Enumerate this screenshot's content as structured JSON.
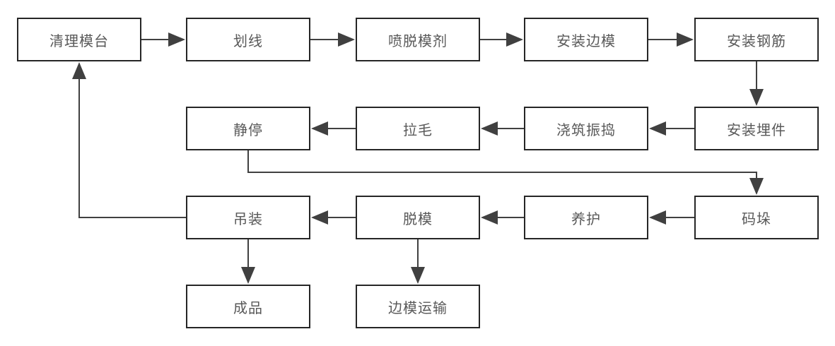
{
  "diagram": {
    "description": "Precast concrete production process flowchart",
    "nodes": [
      {
        "id": "clean-mold-table",
        "label": "清理模台"
      },
      {
        "id": "marking",
        "label": "划线"
      },
      {
        "id": "spray-release-agent",
        "label": "喷脱模剂"
      },
      {
        "id": "install-side-forms",
        "label": "安装边模"
      },
      {
        "id": "install-rebar",
        "label": "安装钢筋"
      },
      {
        "id": "resting",
        "label": "静停"
      },
      {
        "id": "roughening",
        "label": "拉毛"
      },
      {
        "id": "pour-and-vibrate",
        "label": "浇筑振捣"
      },
      {
        "id": "install-embedded-parts",
        "label": "安装埋件"
      },
      {
        "id": "hoisting",
        "label": "吊装"
      },
      {
        "id": "demolding",
        "label": "脱模"
      },
      {
        "id": "curing",
        "label": "养护"
      },
      {
        "id": "stacking",
        "label": "码垛"
      },
      {
        "id": "finished-product",
        "label": "成品"
      },
      {
        "id": "side-form-transport",
        "label": "边模运输"
      }
    ],
    "edges": [
      {
        "from": "clean-mold-table",
        "to": "marking"
      },
      {
        "from": "marking",
        "to": "spray-release-agent"
      },
      {
        "from": "spray-release-agent",
        "to": "install-side-forms"
      },
      {
        "from": "install-side-forms",
        "to": "install-rebar"
      },
      {
        "from": "install-rebar",
        "to": "install-embedded-parts"
      },
      {
        "from": "install-embedded-parts",
        "to": "pour-and-vibrate"
      },
      {
        "from": "pour-and-vibrate",
        "to": "roughening"
      },
      {
        "from": "roughening",
        "to": "resting"
      },
      {
        "from": "resting",
        "to": "stacking"
      },
      {
        "from": "stacking",
        "to": "curing"
      },
      {
        "from": "curing",
        "to": "demolding"
      },
      {
        "from": "demolding",
        "to": "hoisting"
      },
      {
        "from": "hoisting",
        "to": "finished-product"
      },
      {
        "from": "demolding",
        "to": "side-form-transport"
      },
      {
        "from": "hoisting",
        "to": "clean-mold-table"
      }
    ],
    "colors": {
      "box_border": "#262626",
      "box_fill": "#ffffff",
      "text": "#595959",
      "arrow": "#404040",
      "background": "#ffffff"
    }
  }
}
